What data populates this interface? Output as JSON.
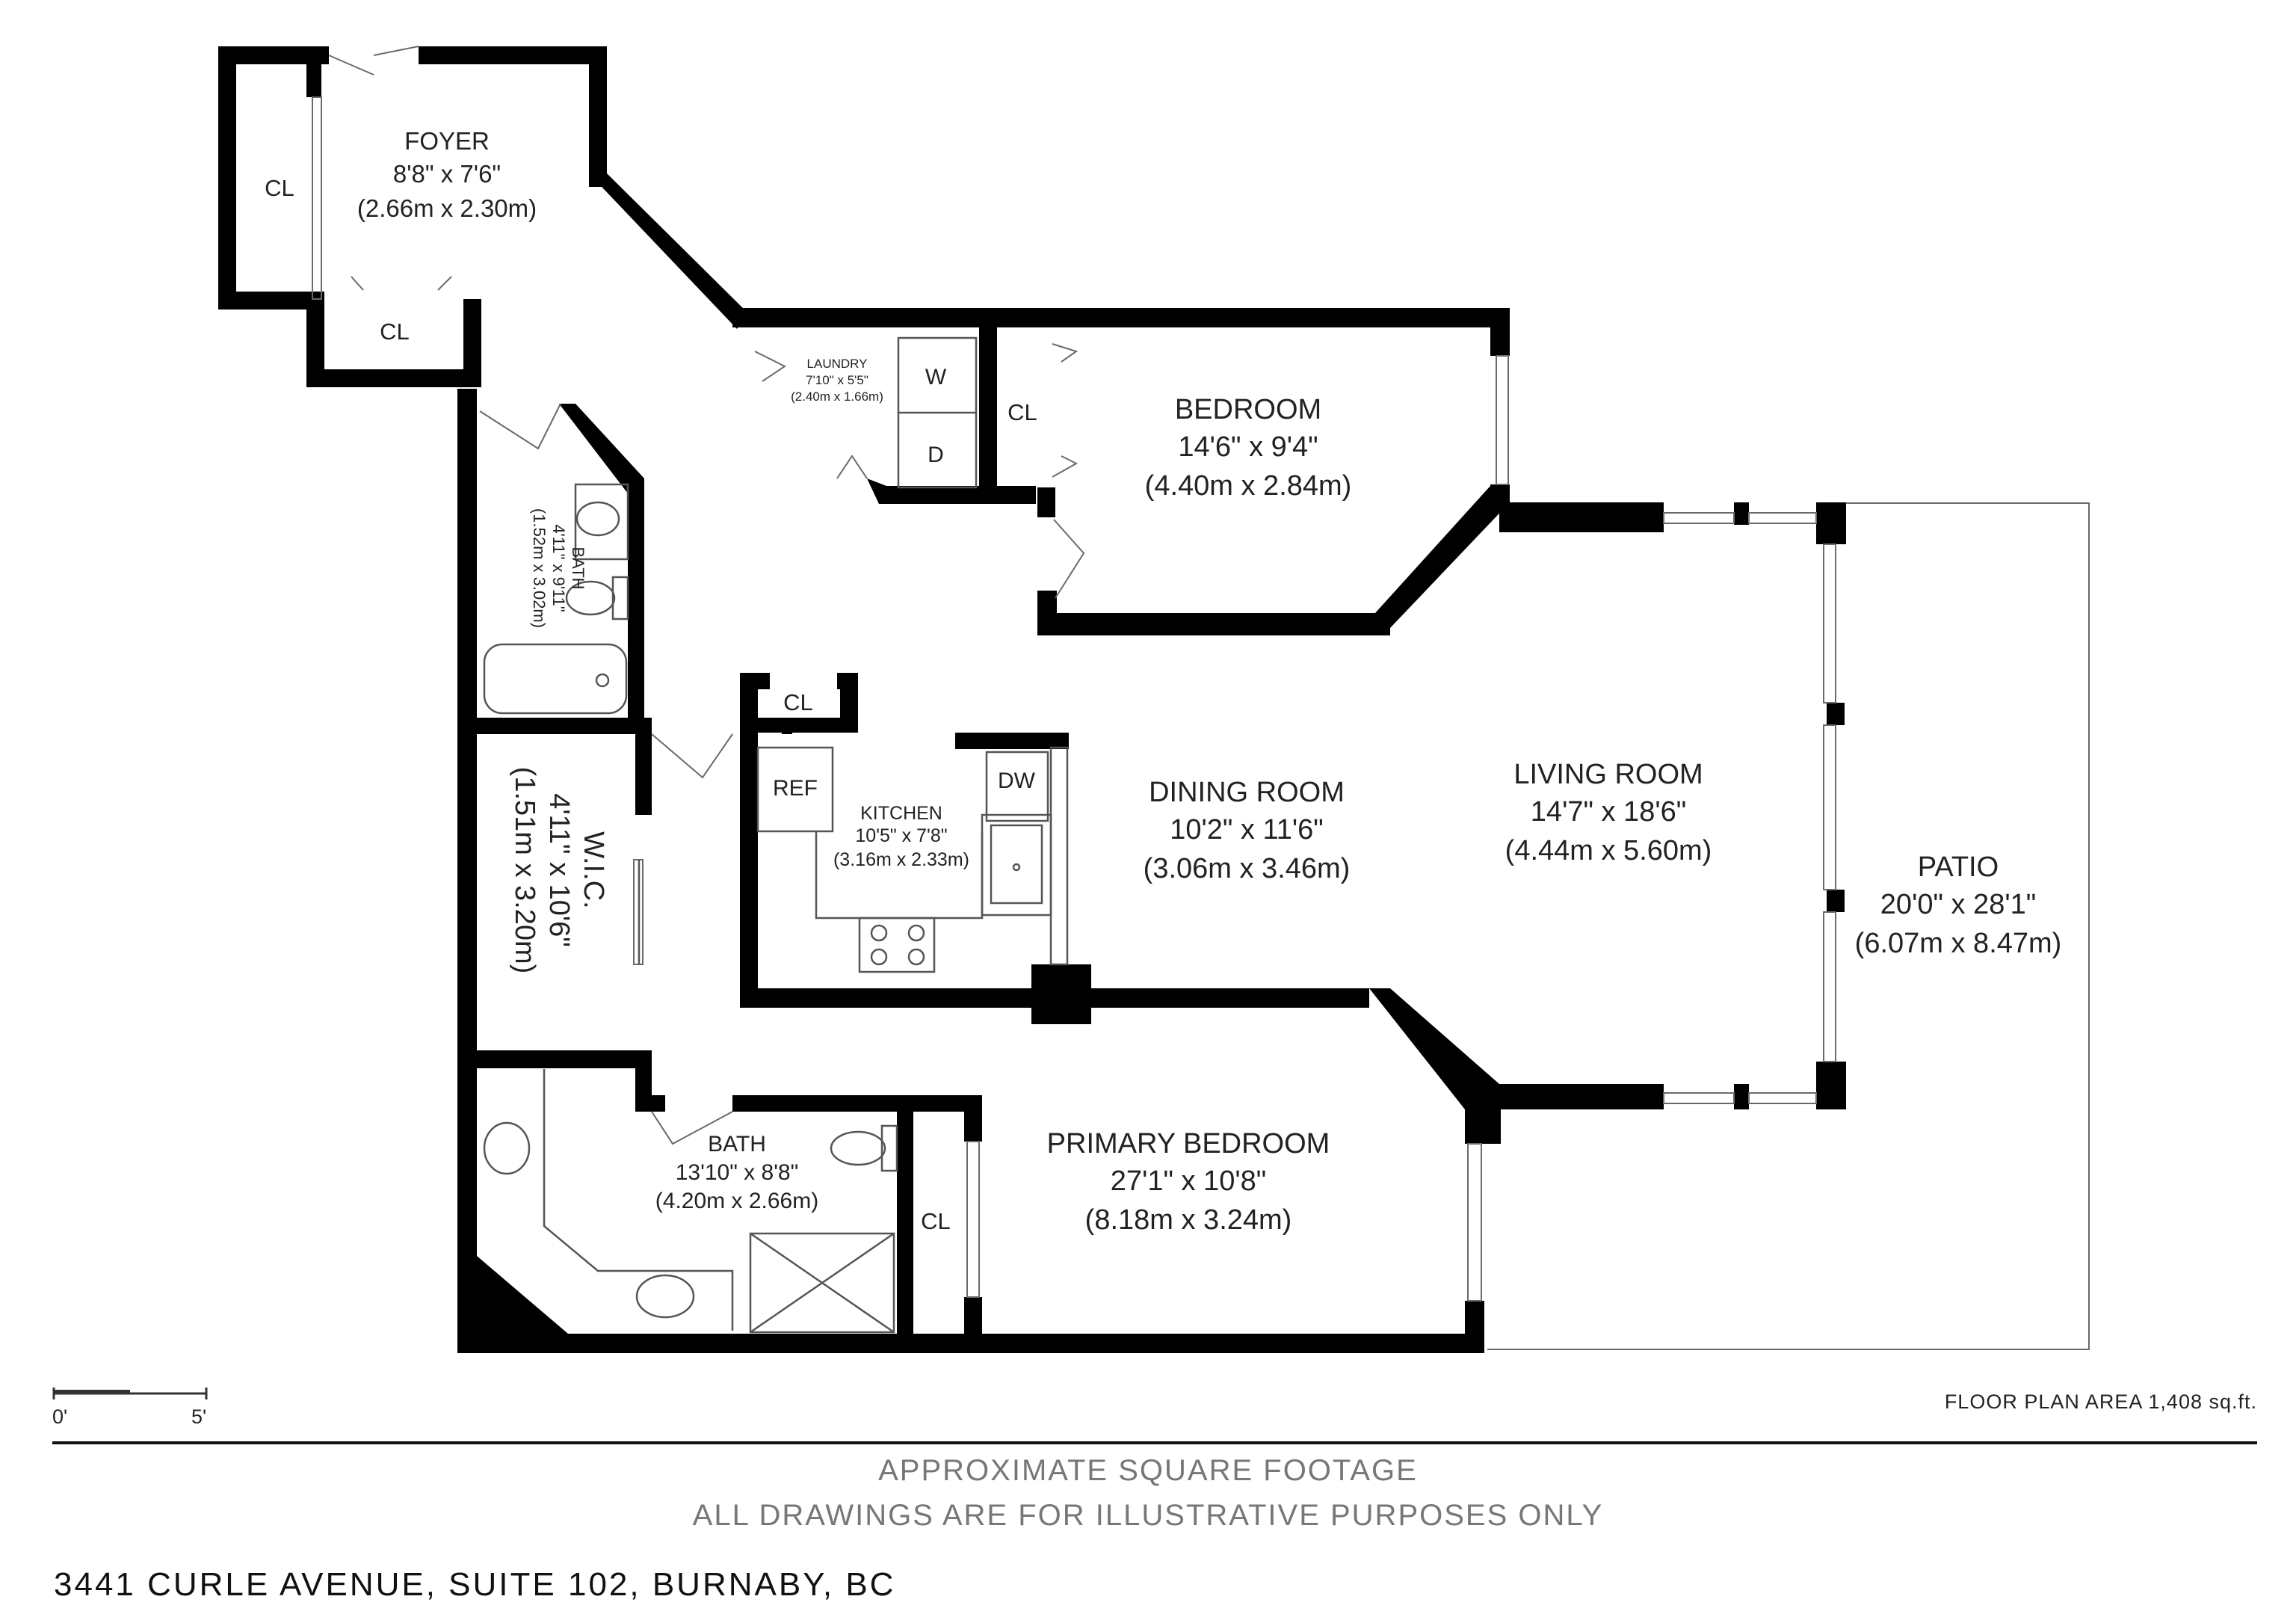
{
  "rooms": {
    "foyer": {
      "name": "FOYER",
      "imperial": "8'8\" x 7'6\"",
      "metric": "(2.66m x 2.30m)"
    },
    "closet_label": "CL",
    "laundry": {
      "name": "LAUNDRY",
      "imperial": "7'10\" x 5'5\"",
      "metric": "(2.40m x 1.66m)"
    },
    "washer": "W",
    "dryer": "D",
    "bedroom": {
      "name": "BEDROOM",
      "imperial": "14'6\" x 9'4\"",
      "metric": "(4.40m x 2.84m)"
    },
    "bath_small": {
      "name": "BATH",
      "imperial": "4'11\" x 9'11\"",
      "metric": "(1.52m x 3.02m)"
    },
    "kitchen": {
      "name": "KITCHEN",
      "imperial": "10'5\" x 7'8\"",
      "metric": "(3.16m x 2.33m)"
    },
    "refrigerator": "REF",
    "dishwasher": "DW",
    "dining": {
      "name": "DINING ROOM",
      "imperial": "10'2\" x 11'6\"",
      "metric": "(3.06m x 3.46m)"
    },
    "living": {
      "name": "LIVING ROOM",
      "imperial": "14'7\" x 18'6\"",
      "metric": "(4.44m x 5.60m)"
    },
    "patio": {
      "name": "PATIO",
      "imperial": "20'0\" x 28'1\"",
      "metric": "(6.07m x 8.47m)"
    },
    "wic": {
      "name": "W.I.C.",
      "imperial": "4'11\" x 10'6\"",
      "metric": "(1.51m x 3.20m)"
    },
    "bath_primary": {
      "name": "BATH",
      "imperial": "13'10\" x 8'8\"",
      "metric": "(4.20m x 2.66m)"
    },
    "primary_bedroom": {
      "name": "PRIMARY BEDROOM",
      "imperial": "27'1\" x 10'8\"",
      "metric": "(8.18m x 3.24m)"
    }
  },
  "scale": {
    "start": "0'",
    "end": "5'"
  },
  "footer": {
    "area": "FLOOR PLAN AREA 1,408 sq.ft.",
    "approx": "APPROXIMATE SQUARE FOOTAGE",
    "note": "ALL DRAWINGS ARE FOR ILLUSTRATIVE PURPOSES ONLY",
    "address": "3441 CURLE AVENUE, SUITE 102, BURNABY, BC"
  }
}
